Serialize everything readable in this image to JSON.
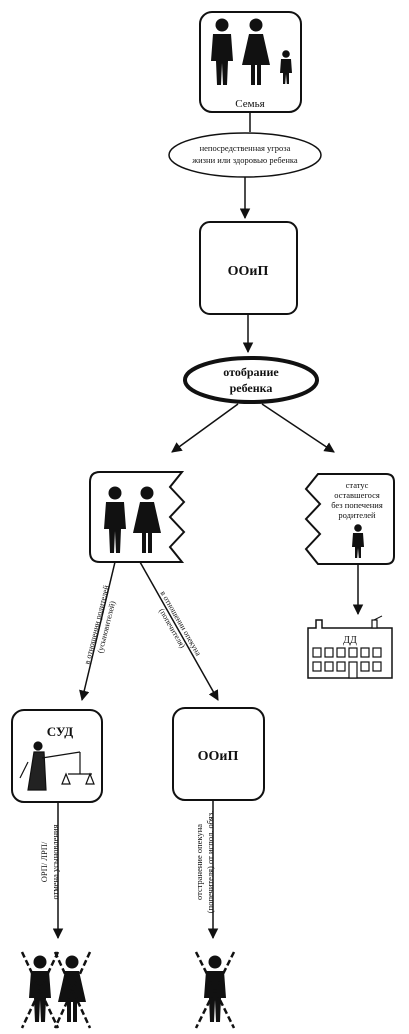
{
  "nodes": {
    "family": {
      "label": "Семья"
    },
    "threat": {
      "line1": "непосредственная угроза",
      "line2": "жизни или здоровью ребенка"
    },
    "ooip_top": {
      "label": "ООиП"
    },
    "removal": {
      "line1": "отобрание",
      "line2": "ребенка"
    },
    "status": {
      "line1": "статус",
      "line2": "оставшегося",
      "line3": "без попечения",
      "line4": "родителей"
    },
    "dd": {
      "label": "ДД"
    },
    "court": {
      "label": "СУД"
    },
    "ooip_bottom": {
      "label": "ООиП"
    }
  },
  "edges": {
    "parents_line1": "в отношении родителей",
    "parents_line2": "(усыновителей)",
    "guardian_line1": "в отношении опекуна",
    "guardian_line2": "(попечителя)",
    "court_line1": "ОРП/ ЛРП/",
    "court_line2": "отмена усыновления",
    "ooip_line1": "отстранение опекуна",
    "ooip_line2": "(попечителя) от испол. обяз."
  }
}
